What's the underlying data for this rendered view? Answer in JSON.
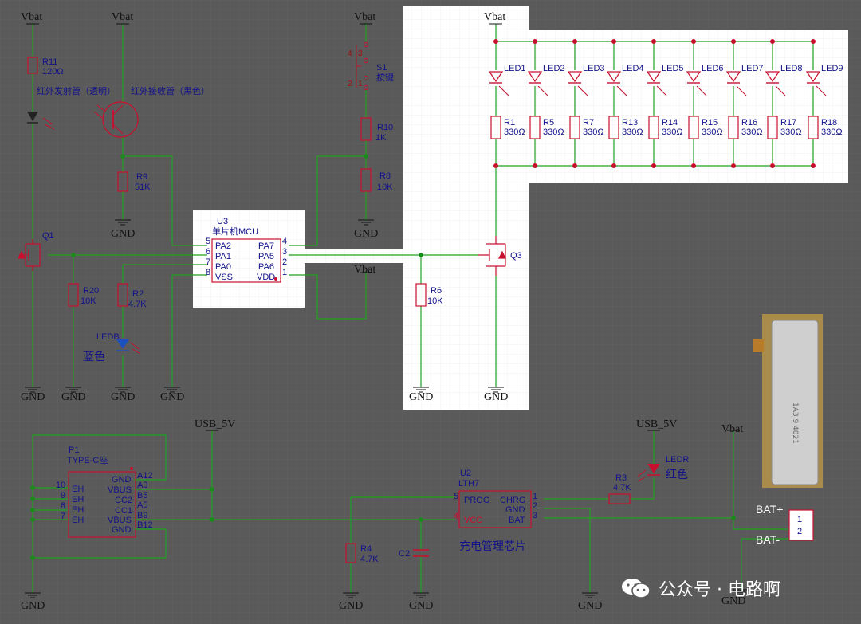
{
  "nets": {
    "vbat": "Vbat",
    "gnd": "GND",
    "usb5v": "USB_5V"
  },
  "ir_led": {
    "ref": "R11",
    "value": "120Ω",
    "label": "红外发射管（透明）"
  },
  "ir_rx": {
    "label": "红外接收管（黑色）"
  },
  "r9": {
    "ref": "R9",
    "value": "51K"
  },
  "switch": {
    "ref": "S1",
    "label": "按键",
    "pins": [
      "1",
      "2",
      "3",
      "4"
    ]
  },
  "r10": {
    "ref": "R10",
    "value": "1K"
  },
  "r8": {
    "ref": "R8",
    "value": "10K"
  },
  "mcu": {
    "ref": "U3",
    "name": "单片机MCU",
    "left_pins": [
      {
        "num": "5",
        "name": "PA2"
      },
      {
        "num": "6",
        "name": "PA1"
      },
      {
        "num": "7",
        "name": "PA0"
      },
      {
        "num": "8",
        "name": "VSS"
      }
    ],
    "right_pins": [
      {
        "num": "4",
        "name": "PA7"
      },
      {
        "num": "3",
        "name": "PA5"
      },
      {
        "num": "2",
        "name": "PA6"
      },
      {
        "num": "1",
        "name": "VDD"
      }
    ]
  },
  "q1": {
    "ref": "Q1"
  },
  "r20": {
    "ref": "R20",
    "value": "10K"
  },
  "r2": {
    "ref": "R2",
    "value": "4.7K"
  },
  "ledb": {
    "ref": "LEDB",
    "label": "蓝色"
  },
  "leds": [
    {
      "led": "LED1",
      "res": "R1",
      "value": "330Ω"
    },
    {
      "led": "LED2",
      "res": "R5",
      "value": "330Ω"
    },
    {
      "led": "LED3",
      "res": "R7",
      "value": "330Ω"
    },
    {
      "led": "LED4",
      "res": "R13",
      "value": "330Ω"
    },
    {
      "led": "LED5",
      "res": "R14",
      "value": "330Ω"
    },
    {
      "led": "LED6",
      "res": "R15",
      "value": "330Ω"
    },
    {
      "led": "LED7",
      "res": "R16",
      "value": "330Ω"
    },
    {
      "led": "LED8",
      "res": "R17",
      "value": "330Ω"
    },
    {
      "led": "LED9",
      "res": "R18",
      "value": "330Ω"
    }
  ],
  "q3": {
    "ref": "Q3"
  },
  "r6": {
    "ref": "R6",
    "value": "10K"
  },
  "usb": {
    "ref": "P1",
    "name": "TYPE-C座",
    "left_pins": [
      {
        "num": "10",
        "name": "EH"
      },
      {
        "num": "9",
        "name": "EH"
      },
      {
        "num": "8",
        "name": "EH"
      },
      {
        "num": "7",
        "name": "EH"
      }
    ],
    "right_names": [
      "GND",
      "VBUS",
      "CC2",
      "CC1",
      "VBUS",
      "GND"
    ],
    "right_nums": [
      "A12",
      "A9",
      "B5",
      "A5",
      "B9",
      "B12"
    ]
  },
  "charger": {
    "ref": "U2",
    "name": "LTH7",
    "label": "充电管理芯片",
    "left_pins": [
      {
        "num": "5",
        "name": "PROG"
      },
      {
        "num": "4",
        "name": "VCC"
      }
    ],
    "right_pins": [
      {
        "num": "1",
        "name": "CHRG"
      },
      {
        "num": "2",
        "name": "GND"
      },
      {
        "num": "3",
        "name": "BAT"
      }
    ]
  },
  "r3": {
    "ref": "R3",
    "value": "4.7K"
  },
  "ledr": {
    "ref": "LEDR",
    "label": "红色"
  },
  "r4": {
    "ref": "R4",
    "value": "4.7K"
  },
  "c2": {
    "ref": "C2"
  },
  "battery_conn": {
    "plus": "BAT+",
    "minus": "BAT-",
    "pins": [
      "1",
      "2"
    ]
  },
  "brand": "公众号 · 电路啊",
  "colors": {
    "wire": "#22a022",
    "component": "#c8102e",
    "pin_text": "#12128a",
    "junction": "#1a8a1a",
    "highlight": "#ffffff"
  }
}
